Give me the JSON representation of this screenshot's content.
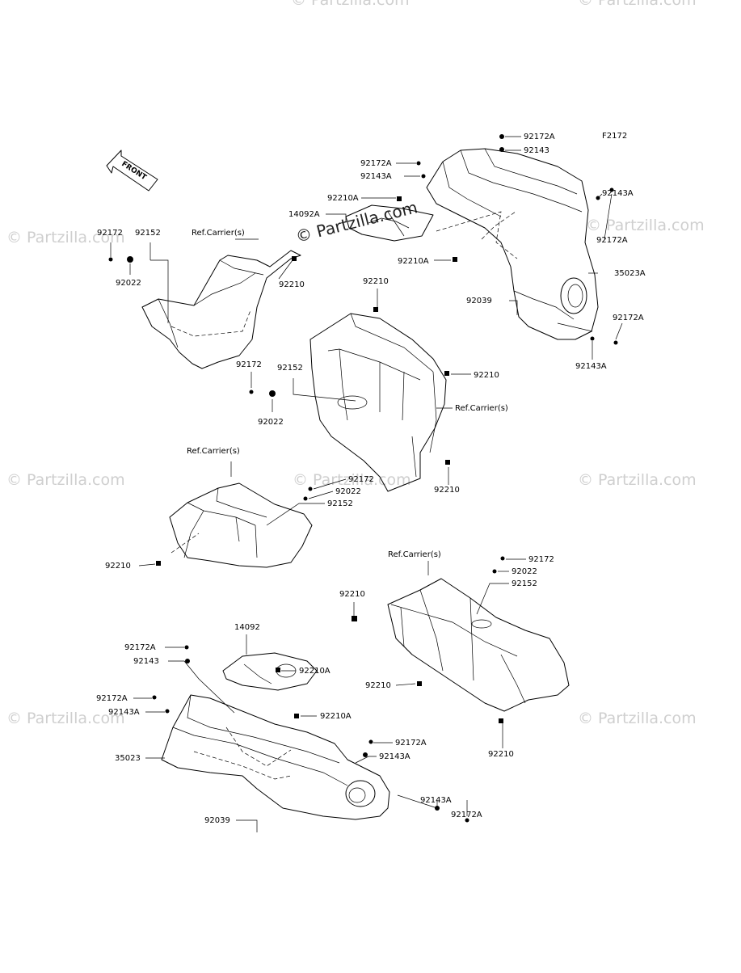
{
  "diagram": {
    "figure_code": "F2172",
    "front_label": "FRONT",
    "watermark": "© Partzilla.com",
    "ref_label": "Ref.Carrier(s)"
  },
  "callouts": {
    "p92172A": "92172A",
    "p92143": "92143",
    "p92143A": "92143A",
    "p92210A": "92210A",
    "p14092A": "14092A",
    "p14092": "14092",
    "p35023A": "35023A",
    "p35023": "35023",
    "p92039": "92039",
    "p92172": "92172",
    "p92152": "92152",
    "p92022": "92022",
    "p92210": "92210"
  }
}
